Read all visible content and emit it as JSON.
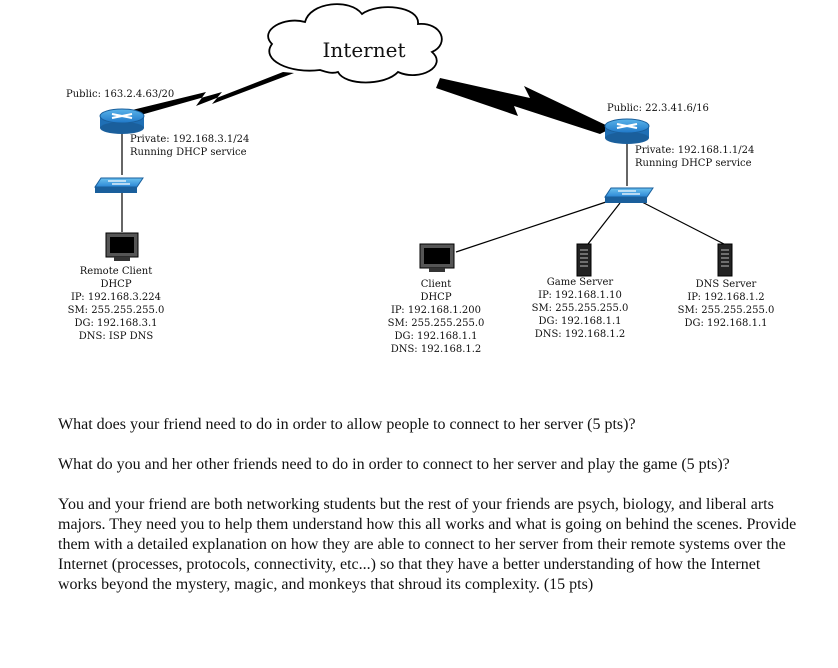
{
  "diagram": {
    "cloud_label": "Internet",
    "left_router": {
      "public": "Public: 163.2.4.63/20",
      "private": "Private: 192.168.3.1/24",
      "service": "Running DHCP service"
    },
    "right_router": {
      "public": "Public: 22.3.41.6/16",
      "private": "Private: 192.168.1.1/24",
      "service": "Running DHCP service"
    },
    "remote_client": [
      "Remote Client",
      "DHCP",
      "IP: 192.168.3.224",
      "SM: 255.255.255.0",
      "DG: 192.168.3.1",
      "DNS: ISP DNS"
    ],
    "client": [
      "Client",
      "DHCP",
      "IP: 192.168.1.200",
      "SM: 255.255.255.0",
      "DG: 192.168.1.1",
      "DNS: 192.168.1.2"
    ],
    "game_server": [
      "Game Server",
      "IP: 192.168.1.10",
      "SM: 255.255.255.0",
      "DG: 192.168.1.1",
      "DNS: 192.168.1.2"
    ],
    "dns_server": [
      "DNS Server",
      "IP: 192.168.1.2",
      "SM: 255.255.255.0",
      "DG: 192.168.1.1"
    ]
  },
  "questions": {
    "q1": "What does your friend need to do in order to allow people to connect to her server (5 pts)?",
    "q2": "What do you and her other friends need to do in order to connect to her server and play the game (5 pts)?",
    "q3": "You and your friend are both networking students but the rest of your friends are psych, biology, and liberal arts majors.  They need you to help them understand how this all works and what is going on behind the scenes.  Provide them with a detailed explanation on how they are able to connect to her server from their remote systems over the Internet (processes, protocols, connectivity, etc...) so that they have a better understanding of how the Internet works beyond the mystery, magic, and monkeys that shroud its complexity. (15 pts)"
  }
}
